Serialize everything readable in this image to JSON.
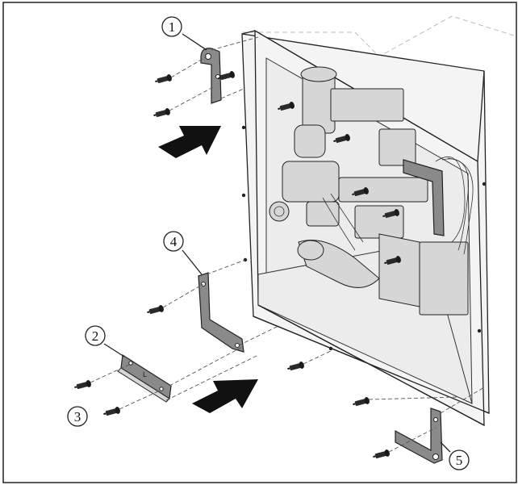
{
  "callouts": [
    {
      "id": "1",
      "label": "1"
    },
    {
      "id": "2",
      "label": "2"
    },
    {
      "id": "3",
      "label": "3"
    },
    {
      "id": "4",
      "label": "4"
    },
    {
      "id": "5",
      "label": "5"
    }
  ],
  "colors": {
    "line": "#222222",
    "bracket": "#8a8a8a",
    "arrow": "#111111",
    "background": "#ffffff"
  }
}
